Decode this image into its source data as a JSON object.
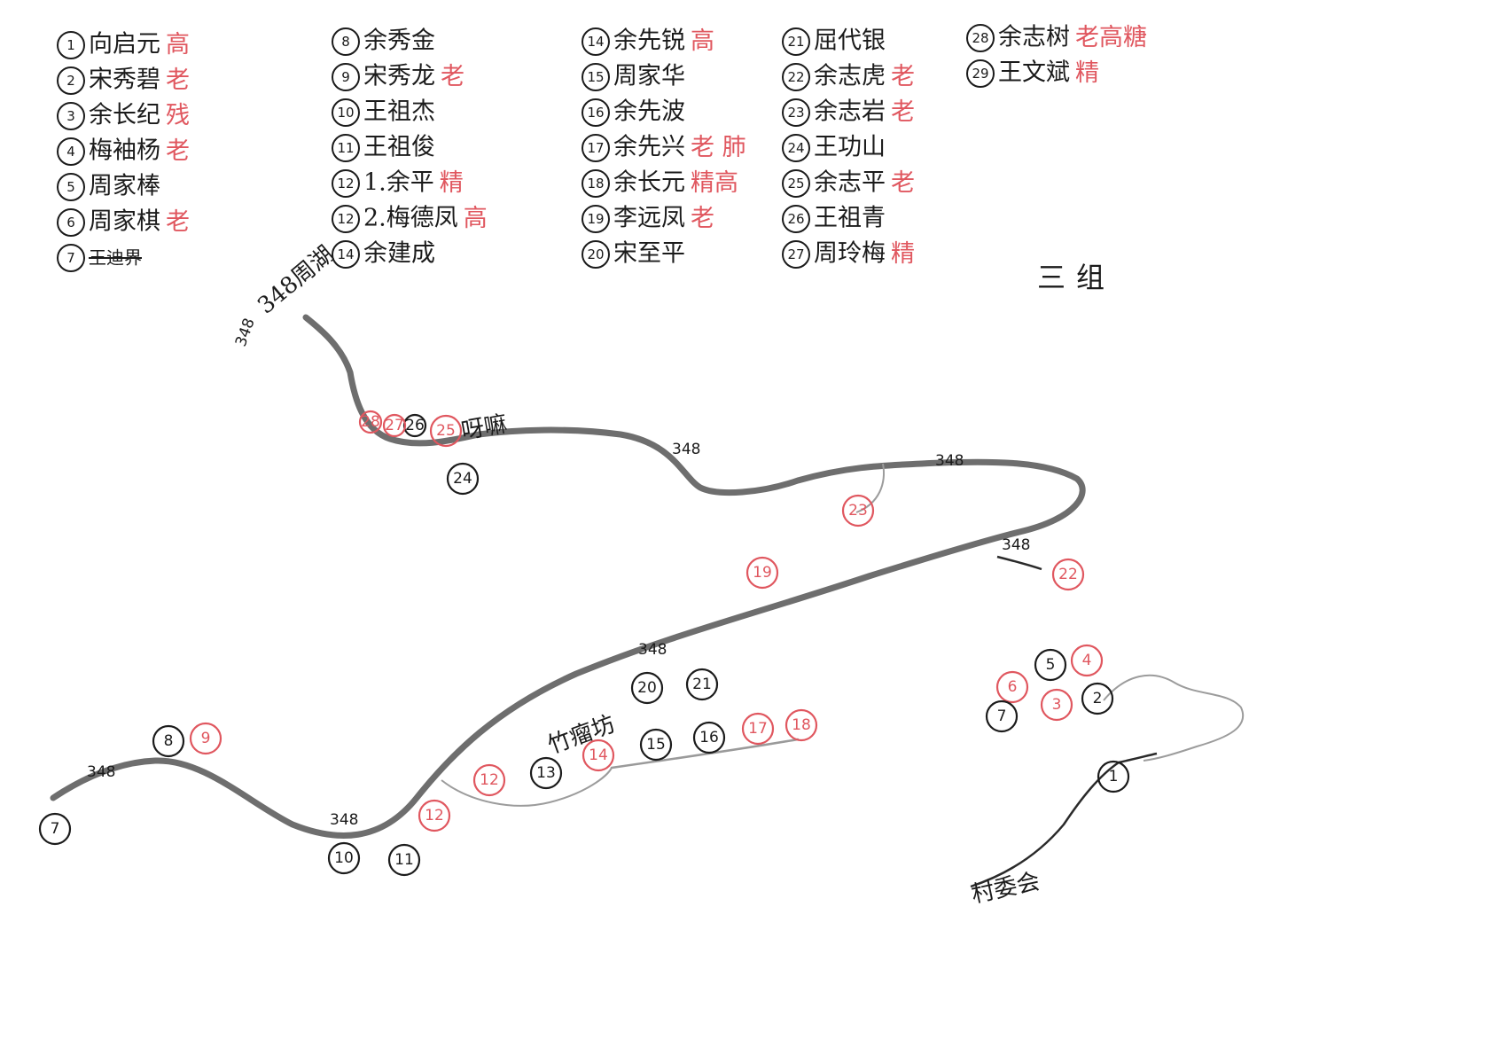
{
  "colors": {
    "ink": "#1b1b1b",
    "red": "#e0575f",
    "road": "#5a5a5a"
  },
  "lists": [
    [
      {
        "num": "1",
        "name": "向启元",
        "tag": "高"
      },
      {
        "num": "2",
        "name": "宋秀碧",
        "tag": "老"
      },
      {
        "num": "3",
        "name": "余长纪",
        "tag": "残"
      },
      {
        "num": "4",
        "name": "梅袖杨",
        "tag": "老"
      },
      {
        "num": "5",
        "name": "周家棒",
        "tag": ""
      },
      {
        "num": "6",
        "name": "周家棋",
        "tag": "老"
      },
      {
        "num": "7",
        "name": "王迪界",
        "tag": "",
        "struck": true
      }
    ],
    [
      {
        "num": "8",
        "name": "余秀金",
        "tag": ""
      },
      {
        "num": "9",
        "name": "宋秀龙",
        "tag": "老"
      },
      {
        "num": "10",
        "name": "王祖杰",
        "tag": ""
      },
      {
        "num": "11",
        "name": "王祖俊",
        "tag": ""
      },
      {
        "num": "12",
        "name": "1.余平",
        "tag": "精"
      },
      {
        "num": "12",
        "name": "2.梅德凤",
        "tag": "高"
      },
      {
        "num": "14",
        "name": "余建成",
        "tag": ""
      }
    ],
    [
      {
        "num": "14",
        "name": "余先锐",
        "tag": "高"
      },
      {
        "num": "15",
        "name": "周家华",
        "tag": ""
      },
      {
        "num": "16",
        "name": "余先波",
        "tag": ""
      },
      {
        "num": "17",
        "name": "余先兴",
        "tag": "老 肺"
      },
      {
        "num": "18",
        "name": "余长元",
        "tag": "精高"
      },
      {
        "num": "19",
        "name": "李远凤",
        "tag": "老"
      },
      {
        "num": "20",
        "name": "宋至平",
        "tag": ""
      }
    ],
    [
      {
        "num": "21",
        "name": "屈代银",
        "tag": ""
      },
      {
        "num": "22",
        "name": "余志虎",
        "tag": "老"
      },
      {
        "num": "23",
        "name": "余志岩",
        "tag": "老"
      },
      {
        "num": "24",
        "name": "王功山",
        "tag": ""
      },
      {
        "num": "25",
        "name": "余志平",
        "tag": "老"
      },
      {
        "num": "26",
        "name": "王祖青",
        "tag": ""
      },
      {
        "num": "27",
        "name": "周玲梅",
        "tag": "精"
      }
    ],
    [
      {
        "num": "28",
        "name": "余志树",
        "tag": "老高糖"
      },
      {
        "num": "29",
        "name": "王文斌",
        "tag": "精"
      }
    ]
  ],
  "group_label": "三组",
  "road_labels": [
    "348",
    "348",
    "348",
    "348",
    "348",
    "348",
    "348"
  ],
  "place_labels": {
    "top_end": "348周湖",
    "mill": "竹瘤坊",
    "committee": "村委会",
    "near_marker": "呀嘛"
  },
  "markers": [
    {
      "n": "1",
      "c": "black"
    },
    {
      "n": "2",
      "c": "black"
    },
    {
      "n": "3",
      "c": "red"
    },
    {
      "n": "4",
      "c": "red"
    },
    {
      "n": "5",
      "c": "black"
    },
    {
      "n": "6",
      "c": "red"
    },
    {
      "n": "7",
      "c": "black"
    },
    {
      "n": "7",
      "c": "black"
    },
    {
      "n": "8",
      "c": "black"
    },
    {
      "n": "9",
      "c": "red"
    },
    {
      "n": "10",
      "c": "black"
    },
    {
      "n": "11",
      "c": "black"
    },
    {
      "n": "12",
      "c": "red"
    },
    {
      "n": "12",
      "c": "red"
    },
    {
      "n": "13",
      "c": "black"
    },
    {
      "n": "14",
      "c": "red"
    },
    {
      "n": "15",
      "c": "black"
    },
    {
      "n": "16",
      "c": "black"
    },
    {
      "n": "17",
      "c": "red"
    },
    {
      "n": "18",
      "c": "red"
    },
    {
      "n": "19",
      "c": "red"
    },
    {
      "n": "20",
      "c": "black"
    },
    {
      "n": "21",
      "c": "black"
    },
    {
      "n": "22",
      "c": "red"
    },
    {
      "n": "23",
      "c": "red"
    },
    {
      "n": "24",
      "c": "black"
    },
    {
      "n": "25",
      "c": "red"
    },
    {
      "n": "26",
      "c": "black"
    },
    {
      "n": "27",
      "c": "red"
    },
    {
      "n": "28",
      "c": "red"
    }
  ]
}
